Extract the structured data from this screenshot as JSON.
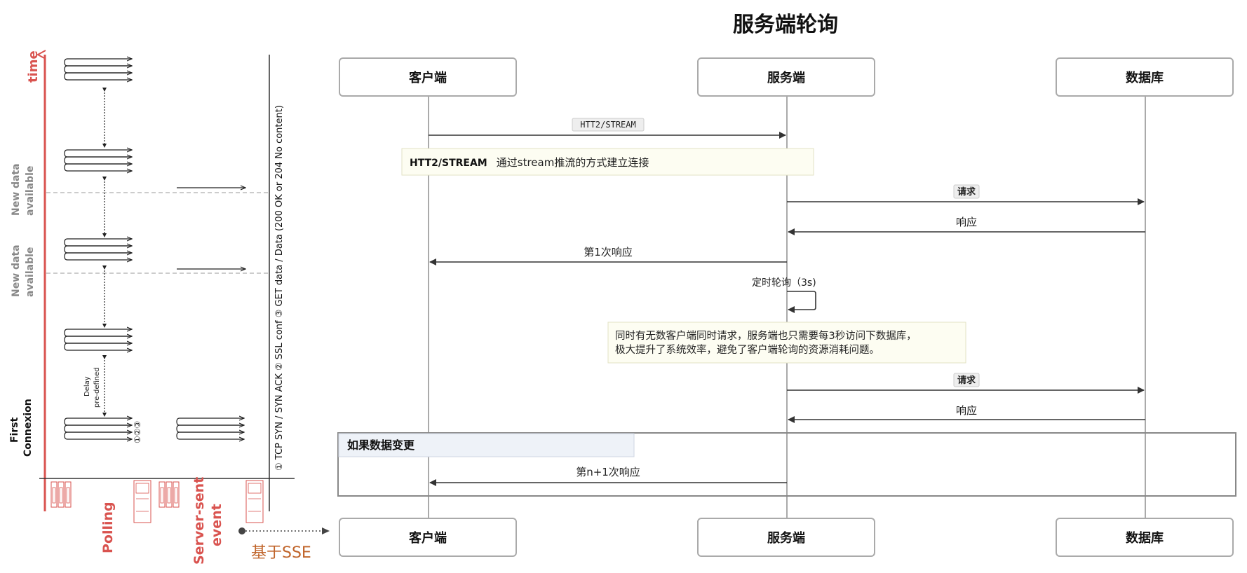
{
  "title": "服务端轮询",
  "participants": [
    "客户端",
    "服务端",
    "数据库"
  ],
  "messages": [
    {
      "label": "HTT2/STREAM",
      "boxed": true
    },
    {
      "label": "请求",
      "boxed": true
    },
    {
      "label": "响应",
      "boxed": false
    },
    {
      "label": "第1次响应",
      "boxed": false
    },
    {
      "label": "定时轮询（3s)",
      "boxed": false
    },
    {
      "label": "请求",
      "boxed": true
    },
    {
      "label": "响应",
      "boxed": false
    },
    {
      "label": "第n+1次响应",
      "boxed": false
    }
  ],
  "notes": {
    "stream_note_bold": "HTT2/STREAM",
    "stream_note_text": "： 通过stream推流的方式建立连接",
    "poll_note_line1": "同时有无数客户端同时请求，服务端也只需要每3秒访问下数据库，",
    "poll_note_line2": "极大提升了系统效率，避免了客户端轮询的资源消耗问题。"
  },
  "group": {
    "label": "如果数据变更"
  },
  "left_diagram": {
    "time_label": "time",
    "new_data_label_1a": "New data",
    "new_data_label_1b": "available",
    "new_data_label_2a": "New data",
    "new_data_label_2b": "available",
    "delay_label_1": "Delay",
    "delay_label_2": "pre-defined",
    "first_connexion_1": "First",
    "first_connexion_2": "Connexion",
    "handshake_marks": "①②③",
    "protocol_caption": "① TCP SYN / SYN ACK ② SSL conf ③ GET data / Data (200 OK or 204 No content)",
    "polling_label": "Polling",
    "sse_label_1": "Server-sent",
    "sse_label_2": "event",
    "sse_caption": "基于SSE"
  },
  "colors": {
    "accent_red": "#d9534f",
    "sse_orange": "#c0642a",
    "note_bg": "#fdfdf2",
    "group_header_bg": "#eef2f8",
    "line_gray": "#aaaaaa",
    "arrow_dark": "#333333"
  }
}
